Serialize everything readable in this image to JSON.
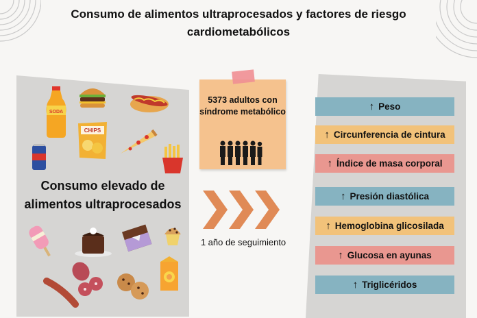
{
  "title": "Consumo de alimentos ultraprocesados y factores de riesgo cardiometabólicos",
  "exposure_label": "Consumo elevado de alimentos ultraprocesados",
  "cohort_label": "5373 adultos con síndrome metabólico",
  "follow_up_label": "1 año de seguimiento",
  "chips_label": "CHIPS",
  "soda_label": "SODA",
  "arrow_glyph": "↑",
  "factors": [
    {
      "label": "Peso",
      "color": "#86b3c1"
    },
    {
      "label": "Circunferencia de cintura",
      "color": "#f2c27a"
    },
    {
      "label": "Índice de masa corporal",
      "color": "#e99790"
    },
    {
      "label": "Presión diastólica",
      "color": "#86b3c1"
    },
    {
      "label": "Hemoglobina glicosilada",
      "color": "#f2c27a"
    },
    {
      "label": "Glucosa en ayunas",
      "color": "#e99790"
    },
    {
      "label": "Triglicéridos",
      "color": "#86b3c1"
    }
  ],
  "colors": {
    "arrow": "#e08a56",
    "sticky_note": "#f5c28e",
    "panel": "#d6d5d3"
  }
}
